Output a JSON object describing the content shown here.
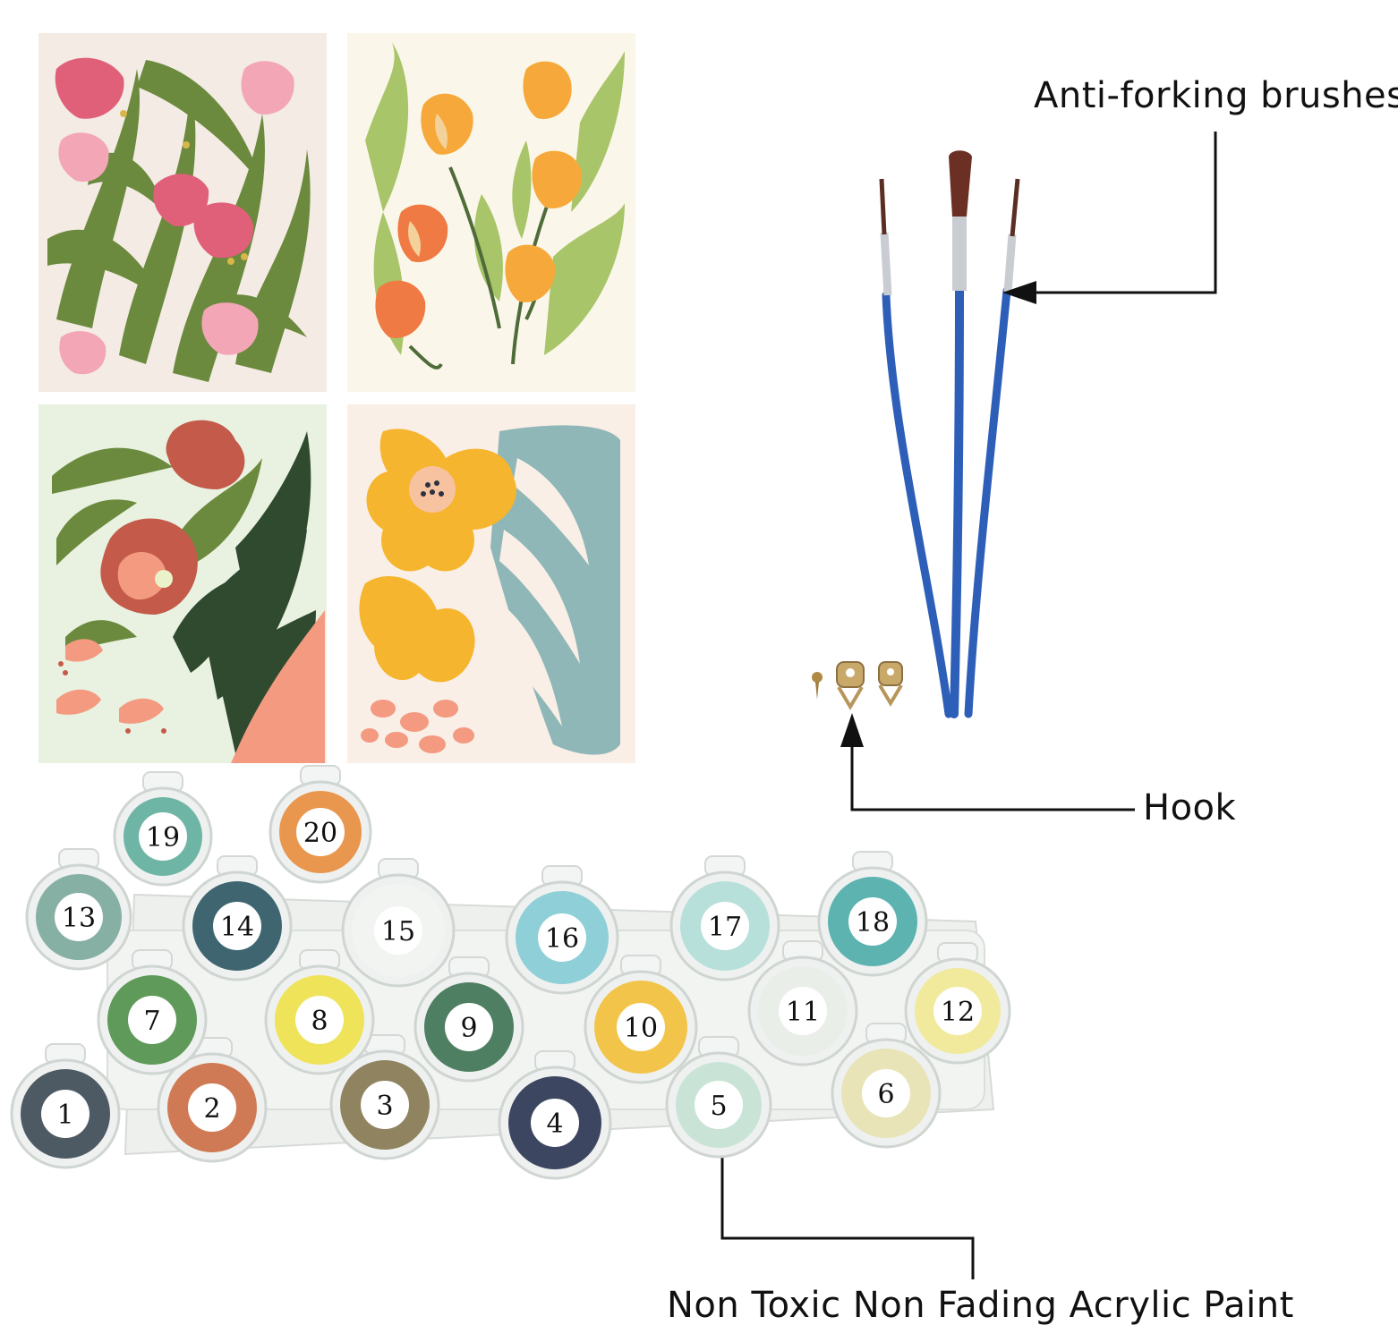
{
  "callouts": {
    "brushes": "Anti-forking brushes",
    "hook": "Hook",
    "paint": "Non Toxic Non Fading Acrylic Paint"
  },
  "paint_pots": [
    {
      "number": "1",
      "color": "#4d5a63"
    },
    {
      "number": "2",
      "color": "#d07a55"
    },
    {
      "number": "3",
      "color": "#8f8360"
    },
    {
      "number": "4",
      "color": "#3d4660"
    },
    {
      "number": "5",
      "color": "#c9e4d7"
    },
    {
      "number": "6",
      "color": "#e8e4b8"
    },
    {
      "number": "7",
      "color": "#5f9a5a"
    },
    {
      "number": "8",
      "color": "#efe35a"
    },
    {
      "number": "9",
      "color": "#4f7f62"
    },
    {
      "number": "10",
      "color": "#f2c54a"
    },
    {
      "number": "11",
      "color": "#e9efe8"
    },
    {
      "number": "12",
      "color": "#f1ea9c"
    },
    {
      "number": "13",
      "color": "#87b0a4"
    },
    {
      "number": "14",
      "color": "#3f6670"
    },
    {
      "number": "15",
      "color": "#f2f4f2"
    },
    {
      "number": "16",
      "color": "#8fcfd8"
    },
    {
      "number": "17",
      "color": "#b8e0da"
    },
    {
      "number": "18",
      "color": "#5cb3b0"
    },
    {
      "number": "19",
      "color": "#6fb5a6"
    },
    {
      "number": "20",
      "color": "#e9964f"
    }
  ],
  "artworks": [
    {
      "name": "pink-tulips",
      "background": "#f4ebe4"
    },
    {
      "name": "orange-tulips",
      "background": "#faf7ea"
    },
    {
      "name": "red-flowers",
      "background": "#e9f2e1"
    },
    {
      "name": "yellow-flowers",
      "background": "#f9efe7"
    }
  ]
}
